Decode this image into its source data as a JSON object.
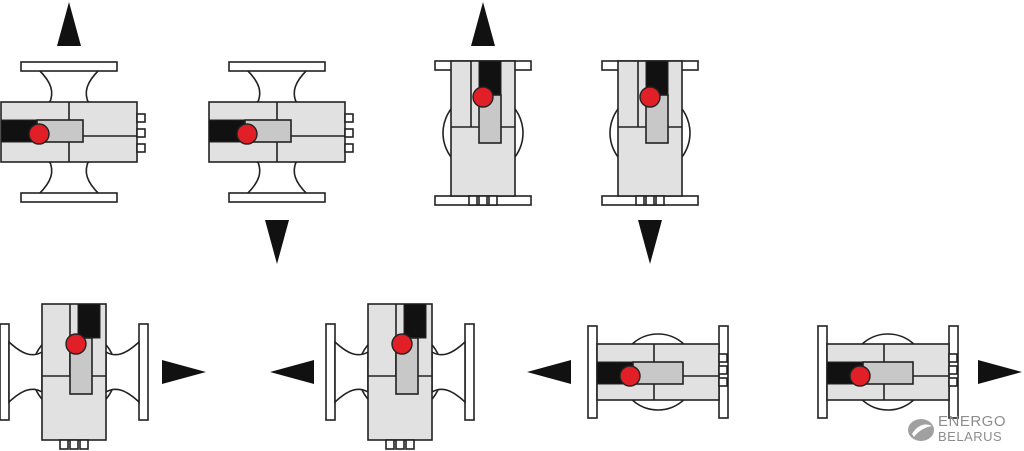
{
  "diagram": {
    "description_free": true,
    "colors": {
      "body_fill": "#e1e1e1",
      "flange_fill": "#ffffff",
      "outline": "#222222",
      "terminal_box": "#c8c8c8",
      "cable_black": "#111111",
      "indicator_red": "#e01f26",
      "arrow": "#111111"
    },
    "positions": [
      {
        "id": "pos-1",
        "orientation": "horizontal-motor",
        "box_side": "right",
        "flow": "up"
      },
      {
        "id": "pos-2",
        "orientation": "horizontal-motor",
        "box_side": "right",
        "flow": "down"
      },
      {
        "id": "pos-3",
        "orientation": "vertical-motor",
        "box_side": "bottom",
        "flow": "up"
      },
      {
        "id": "pos-4",
        "orientation": "vertical-motor",
        "box_side": "bottom",
        "flow": "down"
      },
      {
        "id": "pos-5",
        "orientation": "vertical-motor",
        "box_side": "bottom",
        "flow": "right"
      },
      {
        "id": "pos-6",
        "orientation": "vertical-motor",
        "box_side": "bottom",
        "flow": "left"
      },
      {
        "id": "pos-7",
        "orientation": "horizontal-motor",
        "box_side": "right",
        "flow": "left"
      },
      {
        "id": "pos-8",
        "orientation": "horizontal-motor",
        "box_side": "right",
        "flow": "right"
      }
    ]
  },
  "logo": {
    "line1": "ENERGO",
    "line2": "BELARUS",
    "icon": "energo-leaf-icon"
  }
}
